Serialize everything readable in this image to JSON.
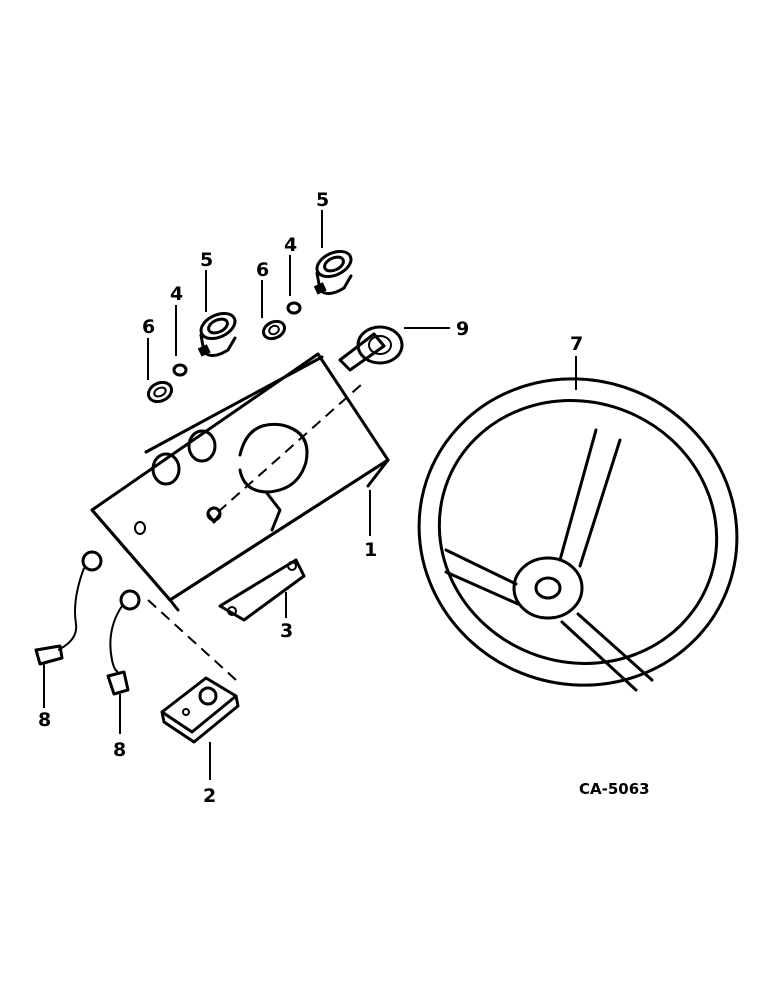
{
  "callouts": [
    {
      "id": "c1",
      "text": "1"
    },
    {
      "id": "c2",
      "text": "2"
    },
    {
      "id": "c3",
      "text": "3"
    },
    {
      "id": "c4a",
      "text": "4"
    },
    {
      "id": "c4b",
      "text": "4"
    },
    {
      "id": "c5a",
      "text": "5"
    },
    {
      "id": "c5b",
      "text": "5"
    },
    {
      "id": "c6a",
      "text": "6"
    },
    {
      "id": "c6b",
      "text": "6"
    },
    {
      "id": "c7",
      "text": "7"
    },
    {
      "id": "c8a",
      "text": "8"
    },
    {
      "id": "c8b",
      "text": "8"
    },
    {
      "id": "c9",
      "text": "9"
    }
  ],
  "figure_code": "CA-5063",
  "colors": {
    "ink": "#000000",
    "paper": "#ffffff"
  }
}
